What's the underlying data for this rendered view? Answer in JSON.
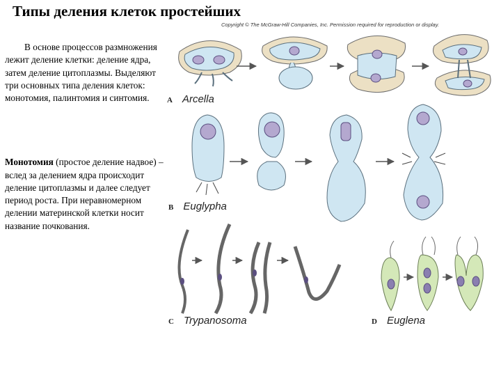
{
  "title": "Типы деления клеток простейших",
  "copyright": "Copyright © The McGraw-Hill Companies, Inc. Permission required for reproduction or display.",
  "paragraph1": "В основе процессов размножения лежит деление клетки: деление ядра, затем деление цитоплазмы. Выделяют три основных типа деления клеток: монотомия, палинтомия и синтомия.",
  "paragraph2": {
    "lead": "Монотомия",
    "rest": " (простое деление надвое) – вслед за делением ядра происходит деление цитоплазмы и далее следует период роста. При неравномерном делении материнской клетки носит название почкования."
  },
  "panels": [
    {
      "letter": "A",
      "name": "Arcella"
    },
    {
      "letter": "B",
      "name": "Euglypha"
    },
    {
      "letter": "C",
      "name": "Trypanosoma"
    },
    {
      "letter": "D",
      "name": "Euglena"
    }
  ],
  "colors": {
    "cell_fill": "#cfe6f2",
    "cell_stroke": "#5a6f7d",
    "shell_fill": "#ece0c4",
    "euglena_fill": "#d4e8b8",
    "nucleus_fill": "#8a7fb0",
    "arrow": "#555555"
  }
}
